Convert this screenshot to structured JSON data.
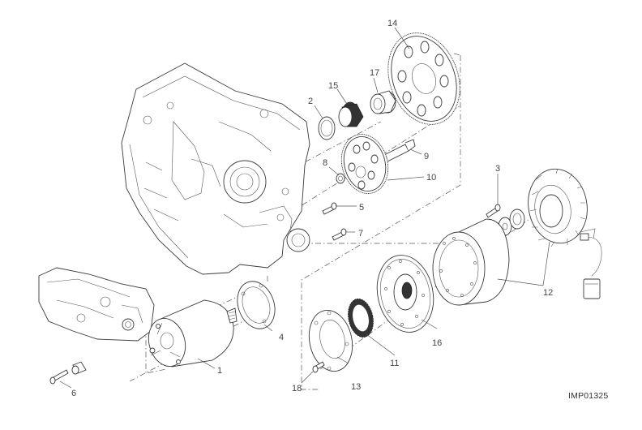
{
  "diagram": {
    "reference_code": "IMP01325",
    "callouts": [
      {
        "id": "1",
        "part": "starter-motor"
      },
      {
        "id": "2",
        "part": "washer"
      },
      {
        "id": "3",
        "part": "screw"
      },
      {
        "id": "4",
        "part": "gasket"
      },
      {
        "id": "5",
        "part": "screw"
      },
      {
        "id": "6",
        "part": "screw"
      },
      {
        "id": "7",
        "part": "screw"
      },
      {
        "id": "8",
        "part": "nut"
      },
      {
        "id": "9",
        "part": "pin"
      },
      {
        "id": "10",
        "part": "idler-gear"
      },
      {
        "id": "11",
        "part": "freewheel"
      },
      {
        "id": "12",
        "part": "generator"
      },
      {
        "id": "13",
        "part": "plate"
      },
      {
        "id": "14",
        "part": "starter-gear"
      },
      {
        "id": "15",
        "part": "needle-bearing"
      },
      {
        "id": "16",
        "part": "flywheel-hub"
      },
      {
        "id": "17",
        "part": "bushing"
      },
      {
        "id": "18",
        "part": "screw"
      }
    ]
  }
}
